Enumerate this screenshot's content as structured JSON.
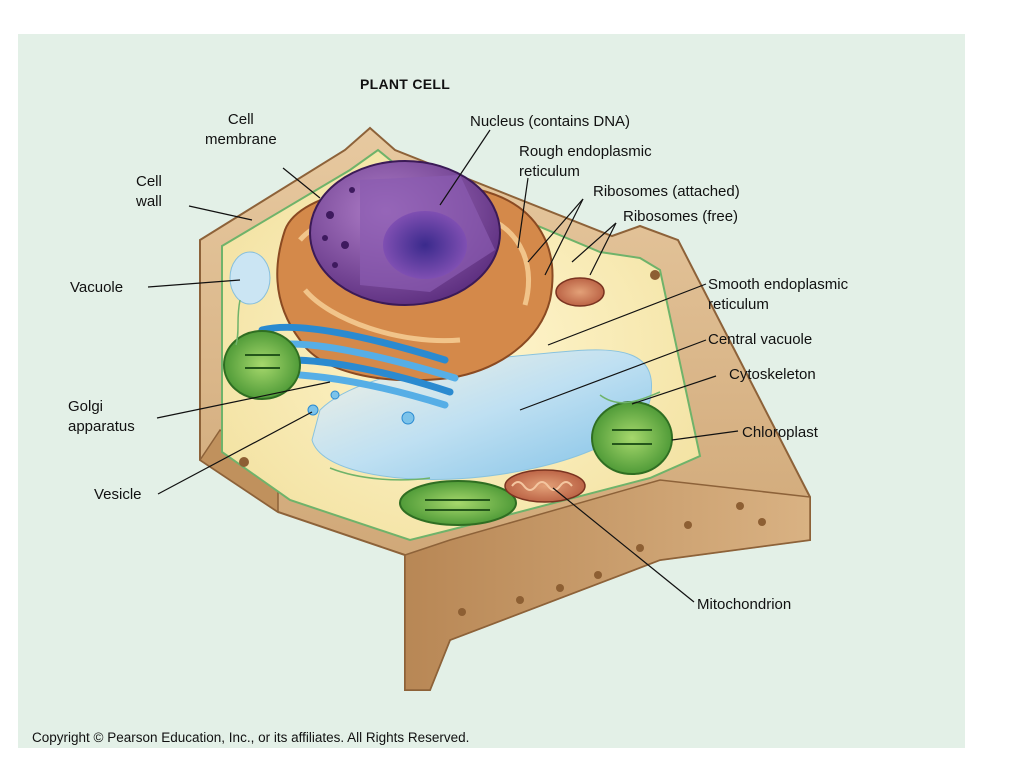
{
  "title": "PLANT CELL",
  "labels": {
    "cell_membrane": "Cell\nmembrane",
    "cell_wall": "Cell\nwall",
    "vacuole": "Vacuole",
    "golgi": "Golgi\napparatus",
    "vesicle": "Vesicle",
    "nucleus": "Nucleus (contains DNA)",
    "rough_er": "Rough endoplasmic\nreticulum",
    "ribosomes_attached": "Ribosomes (attached)",
    "ribosomes_free": "Ribosomes (free)",
    "smooth_er": "Smooth endoplasmic\nreticulum",
    "central_vacuole": "Central vacuole",
    "cytoskeleton": "Cytoskeleton",
    "chloroplast": "Chloroplast",
    "mitochondrion": "Mitochondrion"
  },
  "copyright": "Copyright © Pearson Education, Inc., or its affiliates.  All Rights Reserved."
}
